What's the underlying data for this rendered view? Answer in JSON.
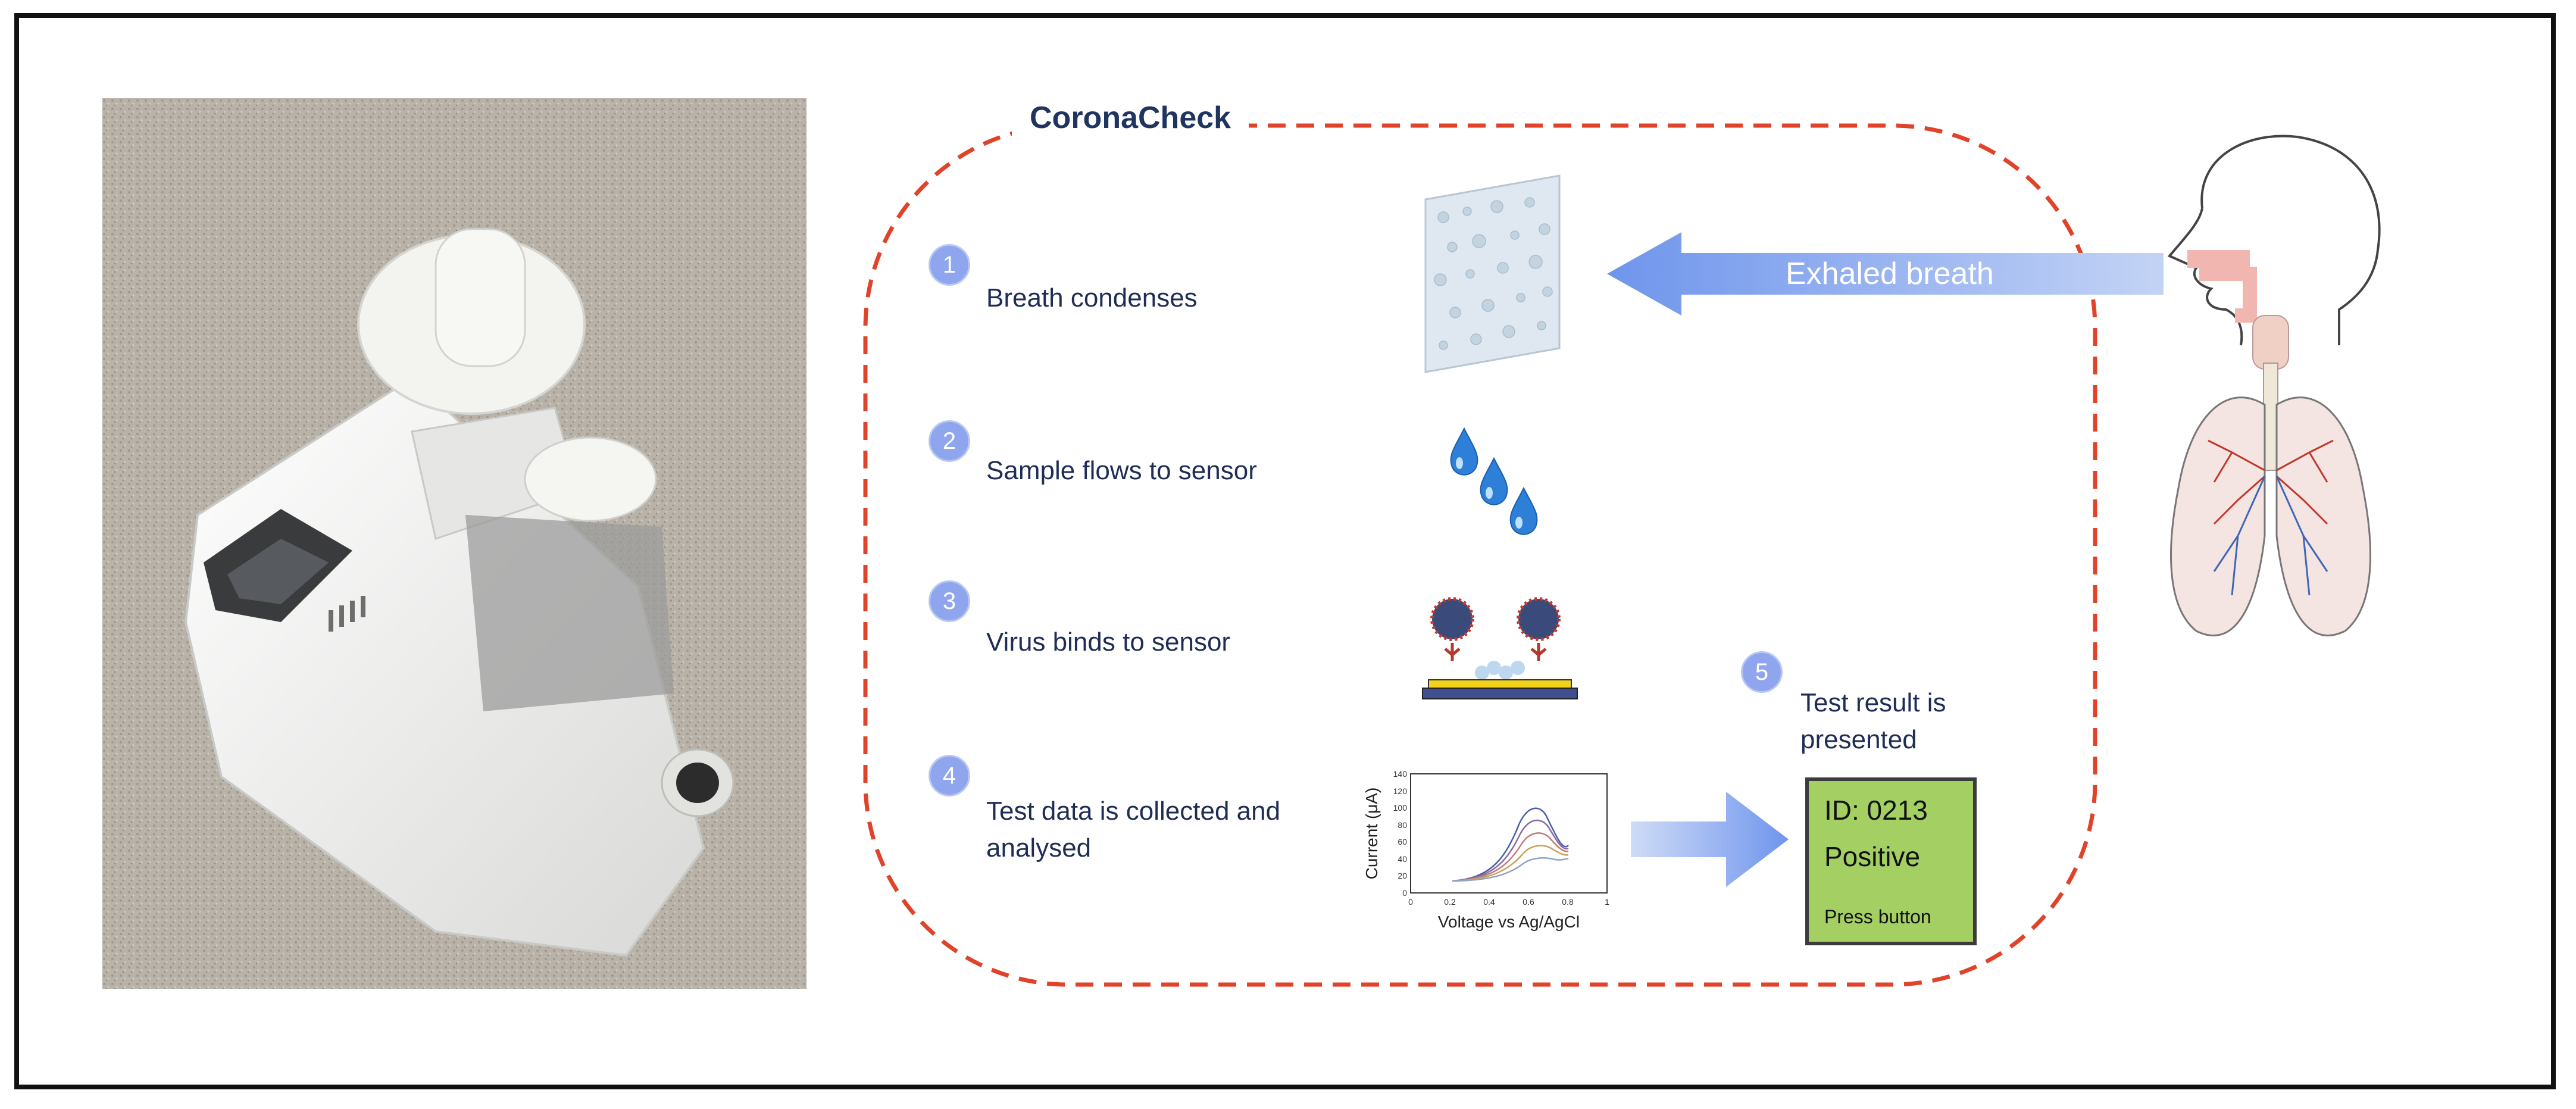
{
  "title": "CoronaCheck",
  "steps": [
    {
      "num": "1",
      "label": "Breath condenses"
    },
    {
      "num": "2",
      "label": "Sample flows to sensor"
    },
    {
      "num": "3",
      "label": "Virus binds to sensor"
    },
    {
      "num": "4",
      "label": "Test data is collected and analysed"
    },
    {
      "num": "5",
      "label": "Test result is presented"
    }
  ],
  "breath_label": "Exhaled breath",
  "display": {
    "id": "ID: 0213",
    "result": "Positive",
    "button": "Press button"
  },
  "plot": {
    "xlabel": "Voltage vs Ag/AgCl",
    "ylabel": "Current (μA)",
    "xticks": [
      "0",
      "0.2",
      "0.4",
      "0.6",
      "0.8",
      "1"
    ],
    "yticks": [
      "0",
      "20",
      "40",
      "60",
      "80",
      "100",
      "120",
      "140"
    ]
  },
  "colors": {
    "dash": "#e0432a",
    "arrow": "#8fb0ef",
    "title": "#1f3560",
    "step_circle": "#8fa6ee",
    "lcd": "#a4cf63"
  }
}
